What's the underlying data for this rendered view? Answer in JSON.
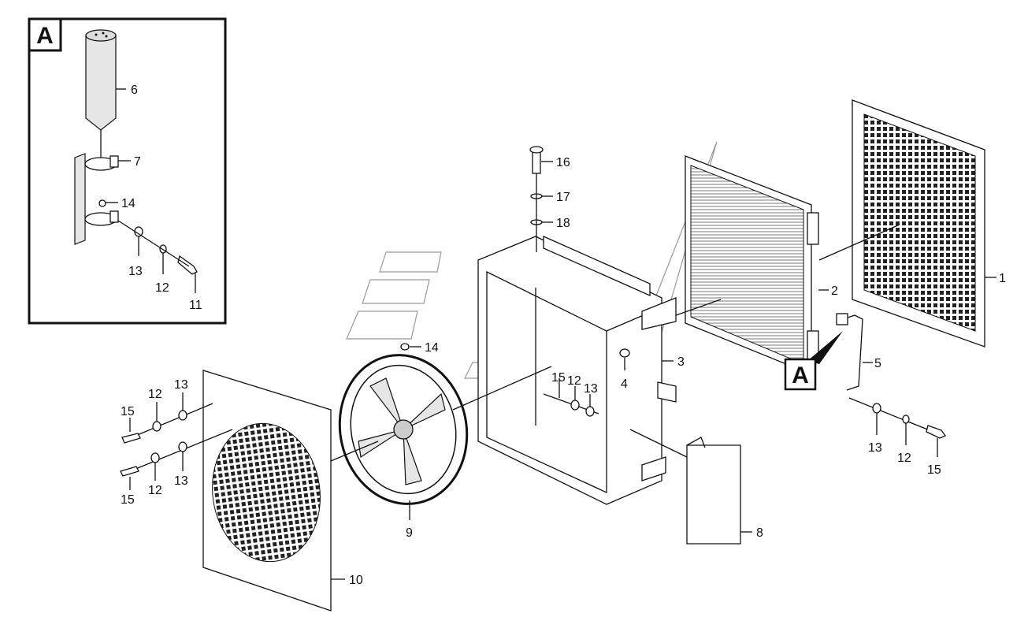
{
  "detail_letter": "A",
  "callouts": [
    {
      "id": "c1",
      "text": "1"
    },
    {
      "id": "c2",
      "text": "2"
    },
    {
      "id": "c3",
      "text": "3"
    },
    {
      "id": "c4",
      "text": "4"
    },
    {
      "id": "c5",
      "text": "5"
    },
    {
      "id": "c6",
      "text": "6"
    },
    {
      "id": "c7",
      "text": "7"
    },
    {
      "id": "c8",
      "text": "8"
    },
    {
      "id": "c9",
      "text": "9"
    },
    {
      "id": "c10",
      "text": "10"
    },
    {
      "id": "c11",
      "text": "11"
    },
    {
      "id": "c12a",
      "text": "12"
    },
    {
      "id": "c13a",
      "text": "13"
    },
    {
      "id": "c14a",
      "text": "14"
    },
    {
      "id": "c14b",
      "text": "14"
    },
    {
      "id": "c15a",
      "text": "15"
    },
    {
      "id": "c12b",
      "text": "12"
    },
    {
      "id": "c13b",
      "text": "13"
    },
    {
      "id": "c15b",
      "text": "15"
    },
    {
      "id": "c12c",
      "text": "12"
    },
    {
      "id": "c13c",
      "text": "13"
    },
    {
      "id": "c15c",
      "text": "15"
    },
    {
      "id": "c12d",
      "text": "12"
    },
    {
      "id": "c13d",
      "text": "13"
    },
    {
      "id": "c16",
      "text": "16"
    },
    {
      "id": "c17",
      "text": "17"
    },
    {
      "id": "c18",
      "text": "18"
    },
    {
      "id": "c13e",
      "text": "13"
    },
    {
      "id": "c12e",
      "text": "12"
    },
    {
      "id": "c15d",
      "text": "15"
    }
  ]
}
